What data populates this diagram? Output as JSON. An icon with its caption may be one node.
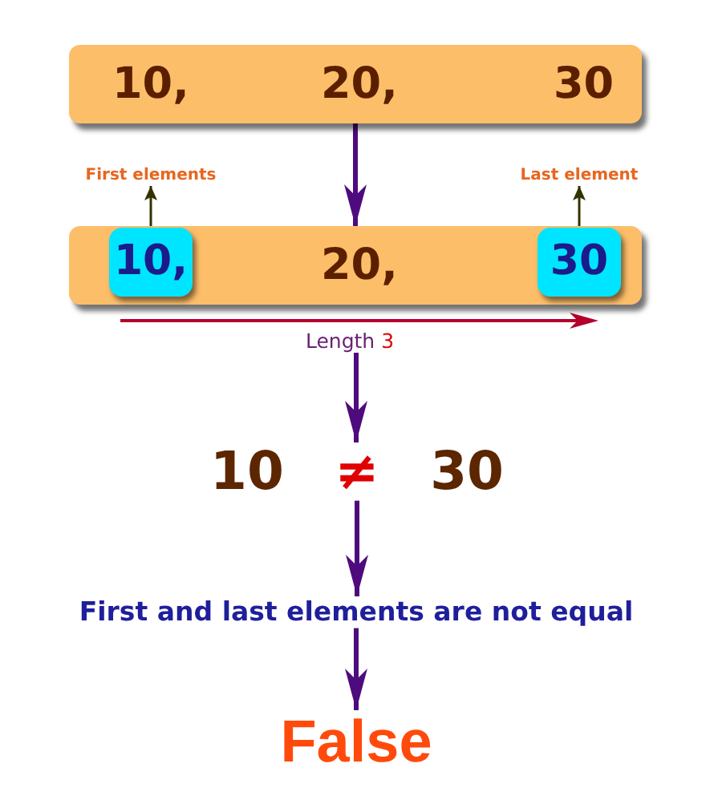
{
  "diagram": {
    "nodes": [
      {
        "text": [
          "10,",
          "20,",
          "30"
        ]
      },
      {
        "text": [
          "First elements"
        ]
      },
      {
        "text": [
          "Last element"
        ]
      },
      {
        "text": [
          "20,"
        ]
      },
      {
        "text": [
          "10,"
        ],
        "in": 3
      },
      {
        "text": [
          "30"
        ],
        "in": 3
      },
      {
        "text": [
          "Length 3"
        ]
      },
      {
        "text": [
          "10",
          "≠",
          "30"
        ]
      },
      {
        "text": [
          "First and last elements are not equal"
        ]
      },
      {
        "text": [
          "False"
        ]
      }
    ],
    "edges": [
      {
        "from": 0,
        "to": 3,
        "arrow": "to"
      },
      {
        "from": 4,
        "to": 1,
        "arrow": "to",
        "color": "#333300"
      },
      {
        "from": 5,
        "to": 2,
        "arrow": "to",
        "color": "#333300"
      },
      {
        "from": 6,
        "to": 7,
        "arrow": "to"
      },
      {
        "from": 7,
        "to": 8,
        "arrow": "to"
      },
      {
        "from": 8,
        "to": 9,
        "arrow": "to"
      }
    ]
  }
}
